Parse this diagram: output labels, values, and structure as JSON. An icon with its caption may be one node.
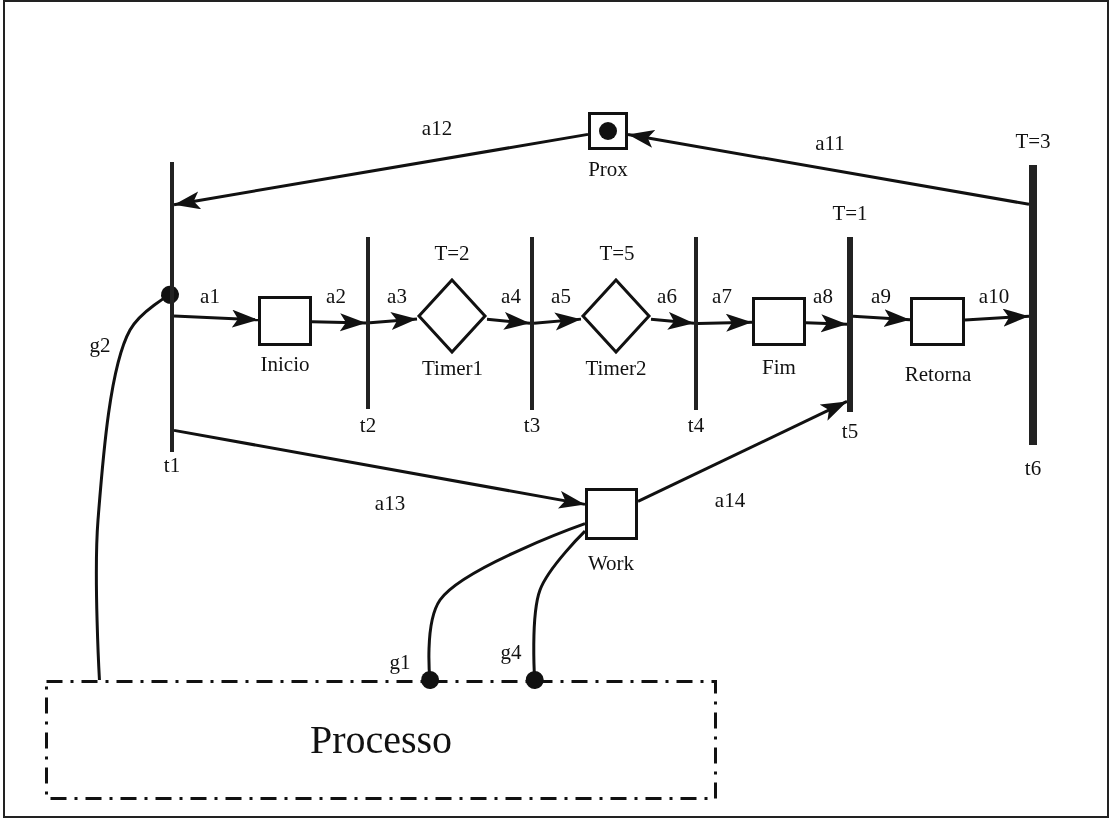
{
  "diagram": {
    "nodes": [
      {
        "text": [
          "Prox"
        ]
      },
      {
        "text": [
          "t1"
        ]
      },
      {
        "text": [
          "Inicio"
        ]
      },
      {
        "text": [
          "t2"
        ]
      },
      {
        "text": [
          "Timer1"
        ],
        "beside": [
          "T=2"
        ]
      },
      {
        "text": [
          "t3"
        ]
      },
      {
        "text": [
          "Timer2"
        ],
        "beside": [
          "T=5"
        ]
      },
      {
        "text": [
          "t4"
        ]
      },
      {
        "text": [
          "Fim"
        ]
      },
      {
        "text": [
          "t5"
        ],
        "beside": [
          "T=1"
        ]
      },
      {
        "text": [
          "Retorna"
        ]
      },
      {
        "text": [
          "t6"
        ],
        "beside": [
          "T=3"
        ]
      },
      {
        "text": [
          "Work"
        ]
      },
      {
        "text": [
          "Processo"
        ]
      }
    ],
    "edges": [
      {
        "from": 1,
        "to": 2,
        "arrow": "to",
        "label": "a1"
      },
      {
        "from": 2,
        "to": 3,
        "arrow": "to",
        "label": "a2"
      },
      {
        "from": 3,
        "to": 4,
        "arrow": "to",
        "label": "a3"
      },
      {
        "from": 4,
        "to": 5,
        "arrow": "to",
        "label": "a4"
      },
      {
        "from": 5,
        "to": 6,
        "arrow": "to",
        "label": "a5"
      },
      {
        "from": 6,
        "to": 7,
        "arrow": "to",
        "label": "a6"
      },
      {
        "from": 7,
        "to": 8,
        "arrow": "to",
        "label": "a7"
      },
      {
        "from": 8,
        "to": 9,
        "arrow": "to",
        "label": "a8"
      },
      {
        "from": 9,
        "to": 10,
        "arrow": "to",
        "label": "a9"
      },
      {
        "from": 10,
        "to": 11,
        "arrow": "to",
        "label": "a10"
      },
      {
        "from": 11,
        "to": 0,
        "arrow": "to",
        "label": "a11"
      },
      {
        "from": 0,
        "to": 1,
        "arrow": "to",
        "label": "a12"
      },
      {
        "from": 1,
        "to": 12,
        "arrow": "to",
        "label": "a13"
      },
      {
        "from": 12,
        "to": 9,
        "arrow": "to",
        "label": "a14"
      },
      {
        "from": 13,
        "to": 1,
        "arrow": "other",
        "label": "g2"
      },
      {
        "from": 12,
        "to": 13,
        "arrow": "other",
        "label": "g1"
      },
      {
        "from": 12,
        "to": 13,
        "arrow": "other",
        "label": "g4"
      }
    ]
  }
}
